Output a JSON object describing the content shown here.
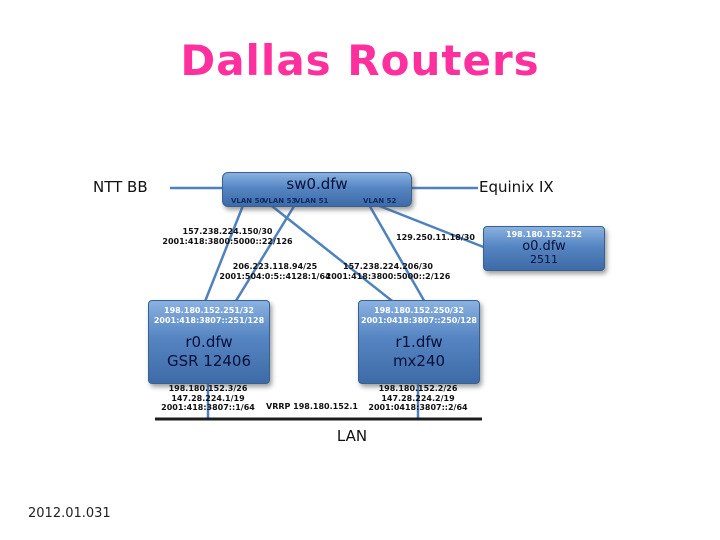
{
  "slide": {
    "title": "Dallas Routers",
    "footer": "2012.01.031"
  },
  "labels": {
    "ntt": "NTT BB",
    "equinix": "Equinix IX",
    "lan": "LAN",
    "vrrp": "VRRP 198.180.152.1"
  },
  "switch": {
    "name": "sw0.dfw",
    "vlan50": "VLAN 50",
    "vlan53": "VLAN 53",
    "vlan51": "VLAN 51",
    "vlan52": "VLAN 52"
  },
  "oob": {
    "ip": "198.180.152.252",
    "name": "o0.dfw",
    "model": "2511"
  },
  "r0": {
    "loopback_v4": "198.180.152.251/32",
    "loopback_v6": "2001:418:3807::251/128",
    "name": "r0.dfw",
    "model": "GSR 12406",
    "lan_v4": "198.180.152.3/26",
    "lan_v4_2": "147.28.224.1/19",
    "lan_v6": "2001:418:3807::1/64"
  },
  "r1": {
    "loopback_v4": "198.180.152.250/32",
    "loopback_v6": "2001:0418:3807::250/128",
    "name": "r1.dfw",
    "model": "mx240",
    "lan_v4": "198.180.152.2/26",
    "lan_v4_2": "147.28.224.2/19",
    "lan_v6": "2001:0418:3807::2/64"
  },
  "links": {
    "ntt_r0_v4": "157.238.224.150/30",
    "ntt_r0_v6": "2001:418:3800:5000::22/126",
    "oob_v4": "129.250.11.18/30",
    "ix_v4": "206.223.118.94/25",
    "ix_v6": "2001:504:0:5::4128:1/64",
    "ntt_r1_v4": "157.238.224.206/30",
    "ntt_r1_v6": "2001:418:3800:5000::2/126"
  },
  "colors": {
    "title": "#ff2f9e",
    "node_fill_top": "#8ab1e0",
    "node_fill_bottom": "#3e6ba8",
    "link": "#4f81bd"
  }
}
